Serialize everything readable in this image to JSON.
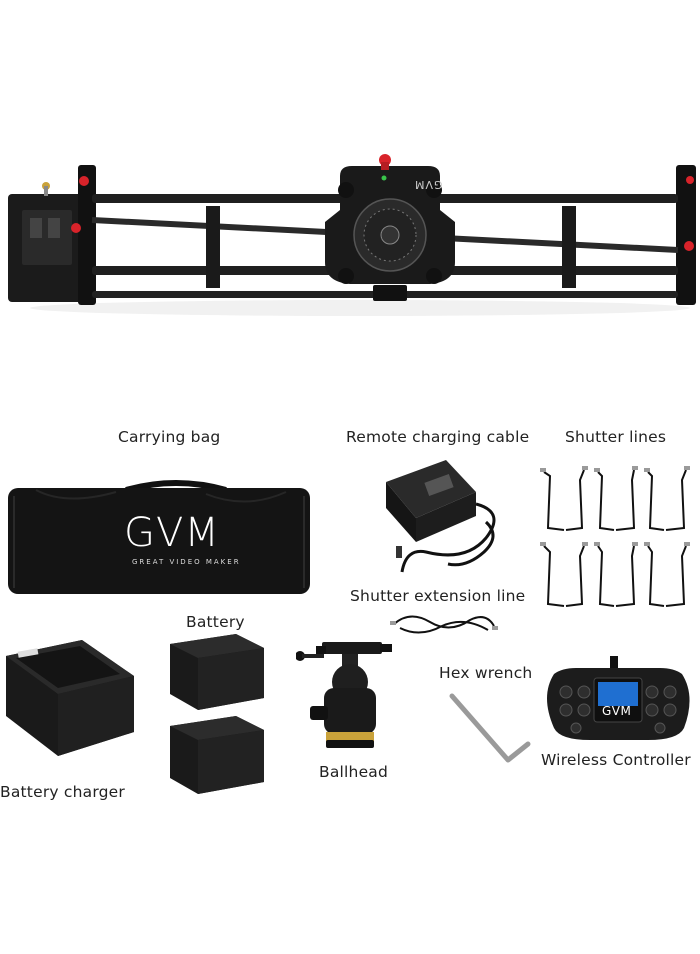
{
  "product": {
    "slider_logo": "GVM",
    "bag_logo": "GVM",
    "bag_tagline": "Great Video Maker",
    "controller_logo": "GVM"
  },
  "labels": {
    "carrying_bag": "Carrying bag",
    "remote_charging_cable": "Remote charging cable",
    "shutter_lines": "Shutter lines",
    "shutter_extension_line": "Shutter extension line",
    "battery": "Battery",
    "hex_wrench": "Hex wrench",
    "ballhead": "Ballhead",
    "wireless_controller": "Wireless Controller",
    "battery_charger": "Battery charger"
  },
  "colors": {
    "accent_red": "#d8232a",
    "body_black": "#1b1b1b",
    "metal_gray": "#9a9a9a",
    "gold_ring": "#c9a23a",
    "screen_blue": "#1f6fd1"
  }
}
